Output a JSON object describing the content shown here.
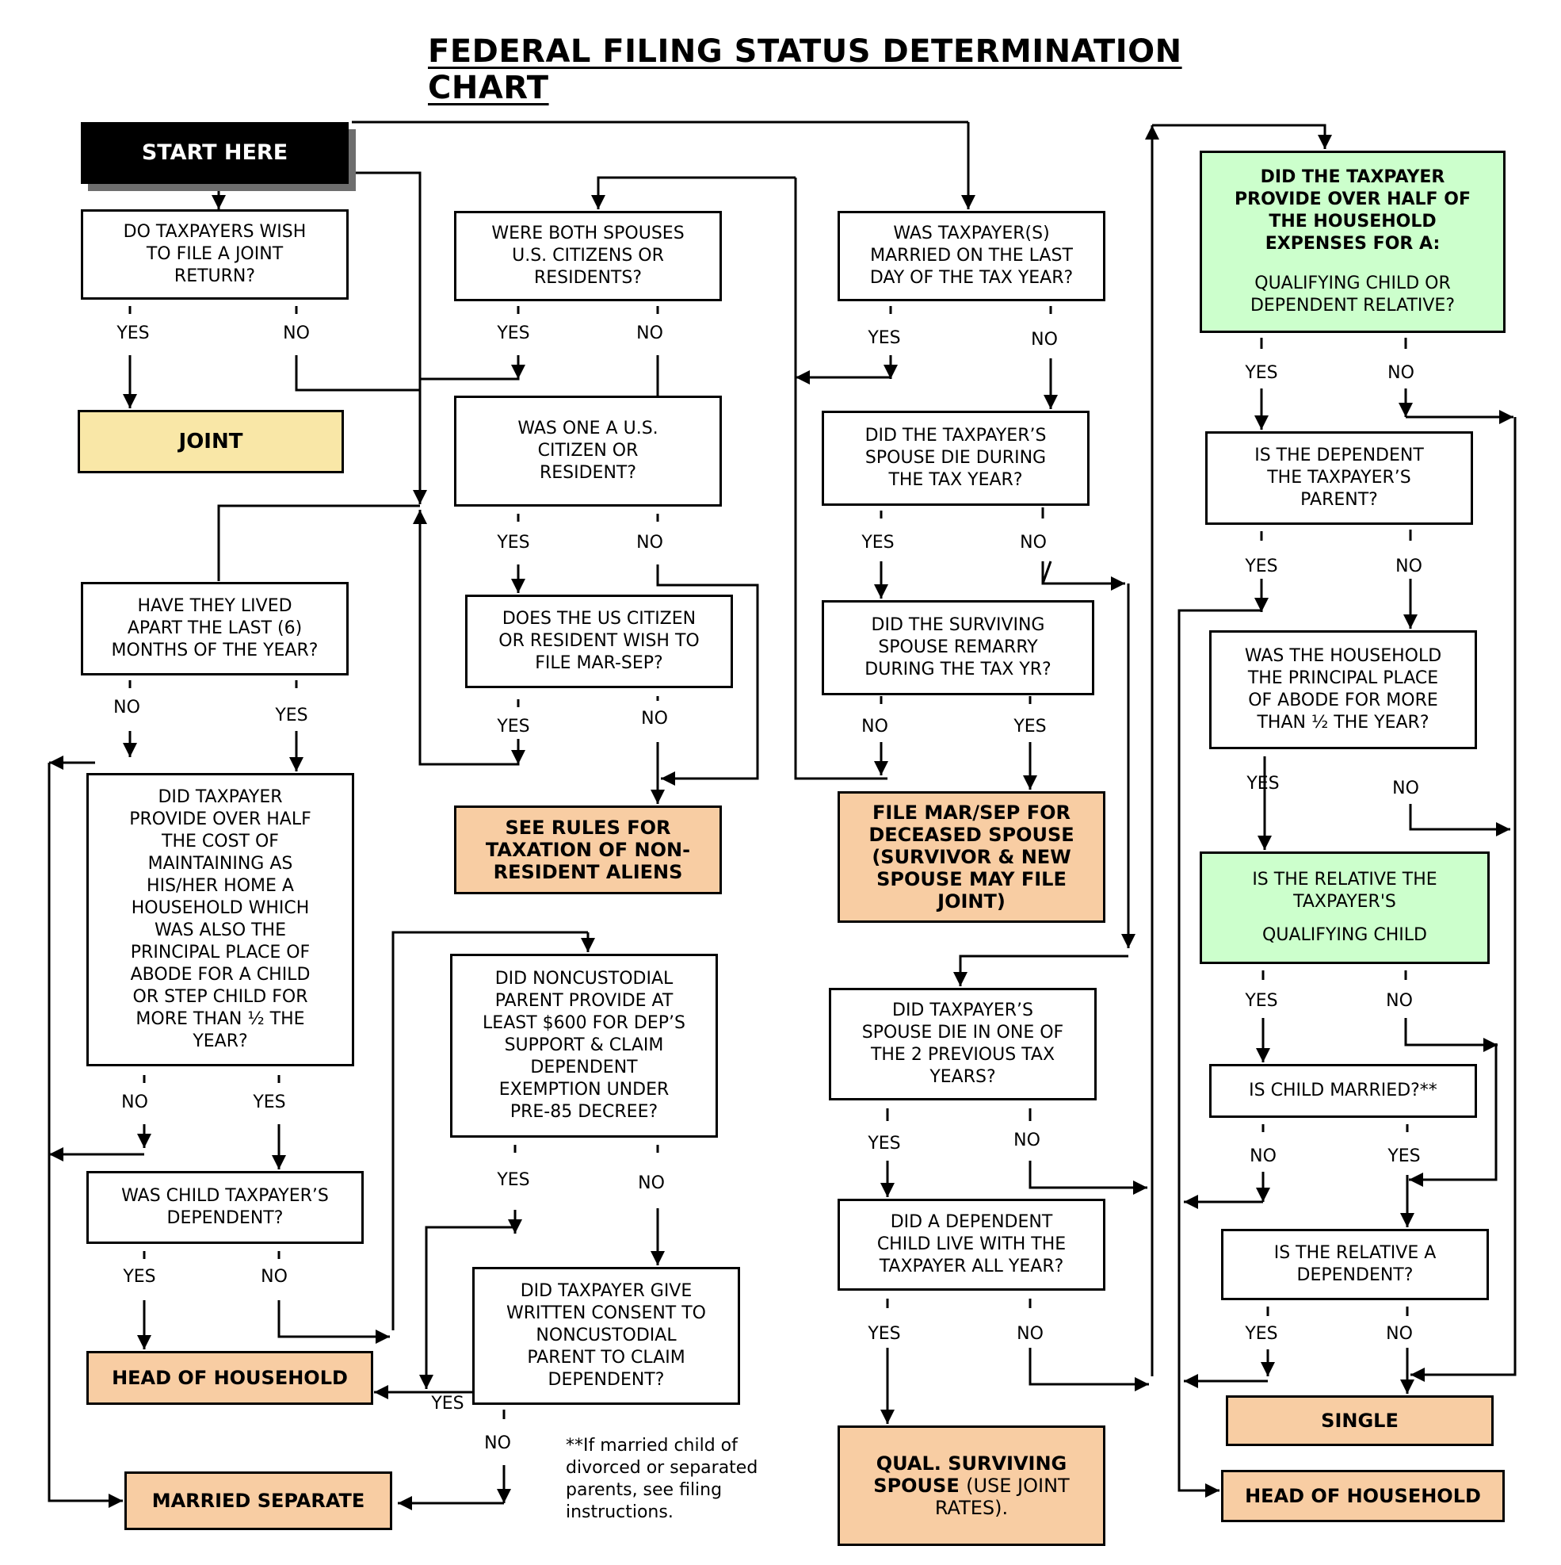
{
  "title": "FEDERAL FILING STATUS DETERMINATION CHART",
  "nodes": {
    "start": "START HERE",
    "q_joint": [
      "DO TAXPAYERS WISH",
      "TO FILE A JOINT",
      "RETURN?"
    ],
    "r_joint": "JOINT",
    "q_lived_apart": [
      "HAVE THEY LIVED",
      "APART THE LAST (6)",
      "MONTHS OF THE YEAR?"
    ],
    "q_provide_half": [
      "DID TAXPAYER",
      "PROVIDE OVER HALF",
      "THE COST OF",
      "MAINTAINING AS",
      "HIS/HER HOME A",
      "HOUSEHOLD WHICH",
      "WAS ALSO THE",
      "PRINCIPAL PLACE OF",
      "ABODE FOR A CHILD",
      "OR STEP CHILD FOR",
      "MORE THAN ½ THE",
      "YEAR?"
    ],
    "q_child_dependent": [
      "WAS CHILD TAXPAYER’S",
      "DEPENDENT?"
    ],
    "r_hoh_left": "HEAD OF HOUSEHOLD",
    "r_married_separate": "MARRIED SEPARATE",
    "q_both_citizens": [
      "WERE BOTH SPOUSES",
      "U.S. CITIZENS OR",
      "RESIDENTS?"
    ],
    "q_one_citizen": [
      "WAS ONE A U.S.",
      "CITIZEN OR",
      "RESIDENT?"
    ],
    "q_wish_marsep": [
      "DOES THE US CITIZEN",
      "OR RESIDENT WISH TO",
      "FILE MAR-SEP?"
    ],
    "r_nonresident": [
      "SEE RULES FOR",
      "TAXATION OF NON-",
      "RESIDENT ALIENS"
    ],
    "q_noncustodial": [
      "DID NONCUSTODIAL",
      "PARENT PROVIDE AT",
      "LEAST $600 FOR DEP’S",
      "SUPPORT & CLAIM",
      "DEPENDENT",
      "EXEMPTION UNDER",
      "PRE-85 DECREE?"
    ],
    "q_written_consent": [
      "DID TAXPAYER GIVE",
      "WRITTEN CONSENT TO",
      "NONCUSTODIAL",
      "PARENT TO CLAIM",
      "DEPENDENT?"
    ],
    "footnote": [
      "**If married child of",
      "divorced or separated",
      "parents, see filing",
      "instructions."
    ],
    "q_married_last_day": [
      "WAS TAXPAYER(S)",
      "MARRIED ON THE LAST",
      "DAY OF THE TAX YEAR?"
    ],
    "q_spouse_die": [
      "DID THE TAXPAYER’S",
      "SPOUSE DIE DURING",
      "THE TAX YEAR?"
    ],
    "q_remarry": [
      "DID THE SURVIVING",
      "SPOUSE REMARRY",
      "DURING THE TAX YR?"
    ],
    "r_marsep_deceased": [
      "FILE MAR/SEP FOR",
      "DECEASED SPOUSE",
      "(SURVIVOR & NEW",
      "SPOUSE MAY FILE",
      "JOINT)"
    ],
    "q_die_prev": [
      "DID TAXPAYER’S",
      "SPOUSE DIE IN ONE OF",
      "THE 2 PREVIOUS TAX",
      "YEARS?"
    ],
    "q_dep_child_live": [
      "DID A DEPENDENT",
      "CHILD LIVE WITH THE",
      "TAXPAYER ALL YEAR?"
    ],
    "r_qual_surviving_bold": "QUAL. SURVIVING",
    "r_qual_surviving_rest_bold": "SPOUSE",
    "r_qual_surviving_rest": "(USE JOINT",
    "r_qual_surviving_last": "RATES).",
    "q_household_expenses_hdr": [
      "DID THE TAXPAYER",
      "PROVIDE OVER HALF OF",
      "THE HOUSEHOLD",
      "EXPENSES FOR A:"
    ],
    "q_household_expenses_sub": [
      "QUALIFYING CHILD OR",
      "DEPENDENT RELATIVE?"
    ],
    "q_parent": [
      "IS THE DEPENDENT",
      "THE TAXPAYER’S",
      "PARENT?"
    ],
    "q_principal_abode": [
      "WAS THE HOUSEHOLD",
      "THE PRINCIPAL PLACE",
      "OF ABODE FOR MORE",
      "THAN ½ THE YEAR?"
    ],
    "q_qualifying_child_top": [
      "IS THE RELATIVE THE",
      "TAXPAYER'S"
    ],
    "q_qualifying_child_sub": "QUALIFYING CHILD",
    "q_child_married": "IS CHILD MARRIED?**",
    "q_relative_dependent": [
      "IS THE RELATIVE A",
      "DEPENDENT?"
    ],
    "r_single": "SINGLE",
    "r_hoh_right": "HEAD OF HOUSEHOLD"
  },
  "labels": {
    "yes": "YES",
    "no": "NO"
  },
  "colors": {
    "start_fill": "#000000",
    "joint_fill": "#f9e7a7",
    "result_fill": "#f8cda3",
    "green_fill": "#ccffcc"
  }
}
